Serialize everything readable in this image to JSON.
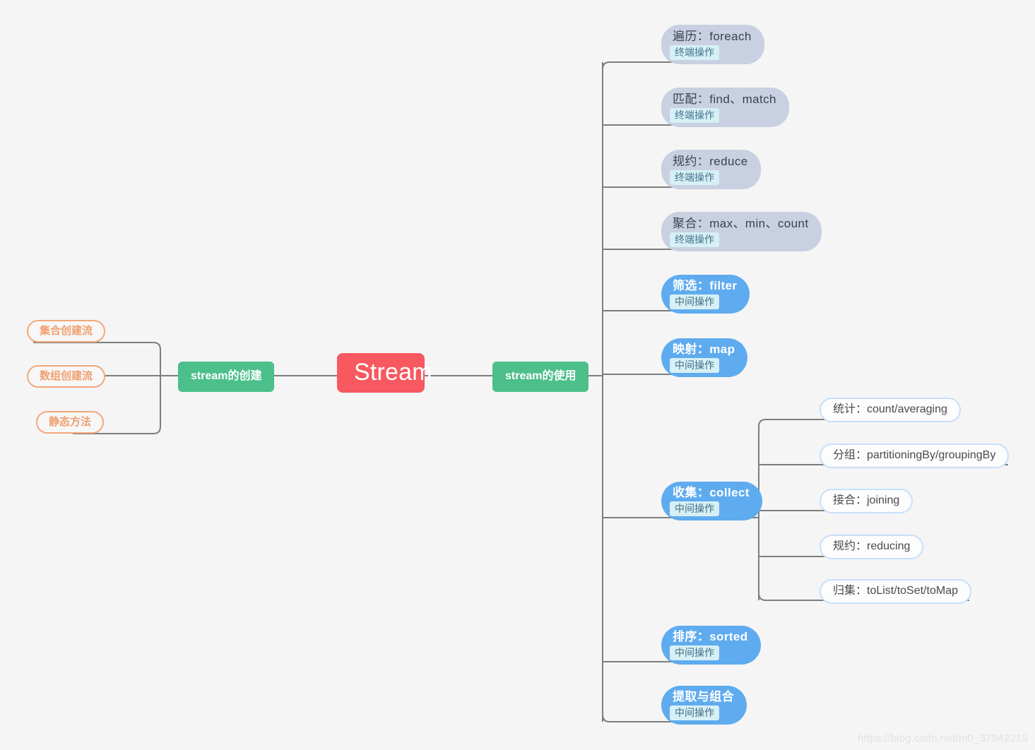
{
  "background": "#f5f5f5",
  "colors": {
    "root": "#f8585f",
    "level1": "#4cbf8b",
    "terminal_node": "#c9d0e1",
    "intermediate_node": "#5fabef",
    "orange_pill_border": "#f3a878",
    "orange_pill_text": "#f0a070",
    "white_pill_border": "#c6dffb",
    "tag_bg": "#d6f0f5",
    "connector": "#7d7d7d"
  },
  "root": {
    "label": "Stream"
  },
  "branches": {
    "creation": {
      "label": "stream的创建",
      "children": [
        {
          "label": "集合创建流"
        },
        {
          "label": "数组创建流"
        },
        {
          "label": "静态方法"
        }
      ]
    },
    "usage": {
      "label": "stream的使用",
      "children": [
        {
          "title": "遍历：foreach",
          "tag": "终端操作",
          "kind": "terminal"
        },
        {
          "title": "匹配：find、match",
          "tag": "终端操作",
          "kind": "terminal"
        },
        {
          "title": "规约：reduce",
          "tag": "终端操作",
          "kind": "terminal"
        },
        {
          "title": "聚合：max、min、count",
          "tag": "终端操作",
          "kind": "terminal"
        },
        {
          "title": "筛选：filter",
          "tag": "中间操作",
          "kind": "intermediate"
        },
        {
          "title": "映射：map",
          "tag": "中间操作",
          "kind": "intermediate"
        },
        {
          "title": "收集：collect",
          "tag": "中间操作",
          "kind": "intermediate",
          "children": [
            {
              "label": "统计：count/averaging"
            },
            {
              "label": "分组：partitioningBy/groupingBy"
            },
            {
              "label": "接合：joining"
            },
            {
              "label": "规约：reducing"
            },
            {
              "label": "归集：toList/toSet/toMap"
            }
          ]
        },
        {
          "title": "排序：sorted",
          "tag": "中间操作",
          "kind": "intermediate"
        },
        {
          "title": "提取与组合",
          "tag": "中间操作",
          "kind": "intermediate"
        }
      ]
    }
  },
  "watermark": {
    "text": "https://blog.csdn.net/m0_37942215"
  }
}
